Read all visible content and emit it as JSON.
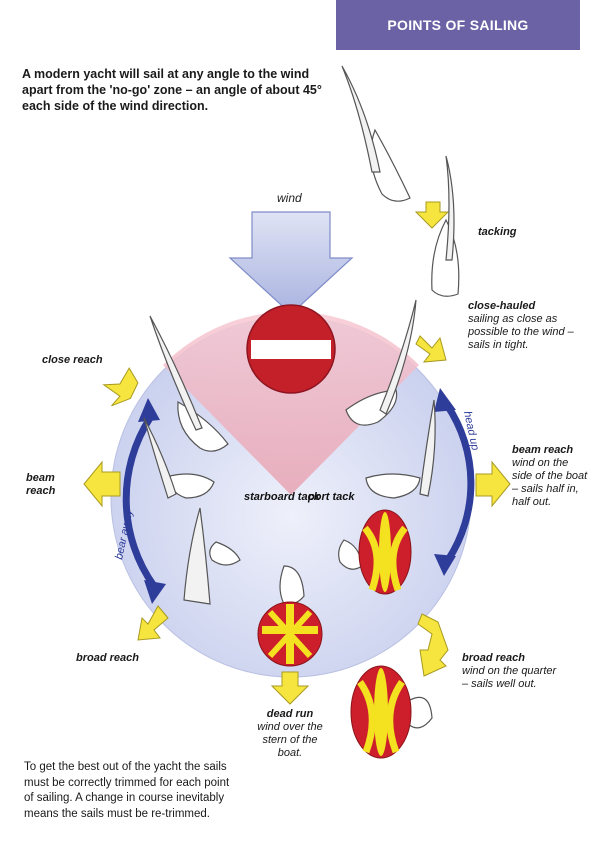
{
  "header": {
    "title": "POINTS OF SAILING"
  },
  "intro_text": "A modern yacht will sail at any angle to the wind apart from the 'no-go' zone – an angle of about 45° each side of the wind direction.",
  "outro_text": "To get the best out of the yacht the sails must be correctly trimmed for each point of sailing. A change in course inevitably means the sails must be re-trimmed.",
  "diagram": {
    "wind_label": "wind",
    "tacking": "tacking",
    "close_hauled": {
      "title": "close-hauled",
      "desc": "sailing as close as possible to the wind – sails in tight."
    },
    "beam_reach_right": {
      "title": "beam reach",
      "desc": "wind on the side of the boat – sails half in, half out."
    },
    "broad_reach_right": {
      "title": "broad reach",
      "desc": "wind on the quarter – sails well out."
    },
    "dead_run": {
      "title": "dead run",
      "desc": "wind over the stern of the boat."
    },
    "close_reach": "close reach",
    "beam_reach_left": "beam reach",
    "broad_reach_left": "broad reach",
    "starboard_tack": "starboard tack",
    "port_tack": "port tack",
    "bear_away": "bear away",
    "head_up": "head up"
  },
  "colors": {
    "banner": "#6b62a6",
    "circle": "#dfe3f3",
    "no_go_zone": "#f2b7c4",
    "no_entry": "#c3202a",
    "wind_arrow": "#c4cbe8",
    "yellow_arrow": "#f6e53f",
    "curve_arrow": "#2f3d9a",
    "spinnaker_red": "#cc1f2b",
    "spinnaker_yellow": "#f4e11f"
  }
}
